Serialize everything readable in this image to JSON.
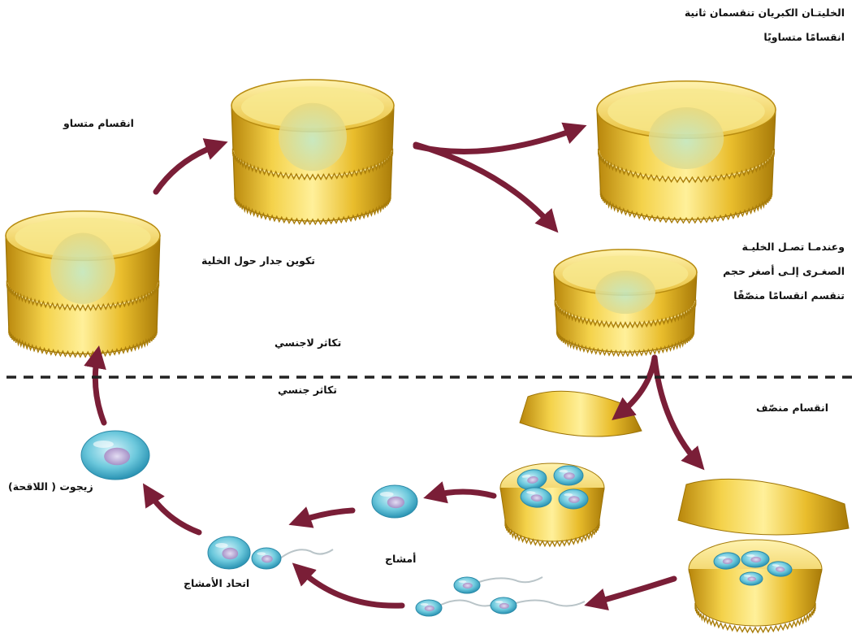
{
  "labels": {
    "equal_division": "انقسام متساو",
    "large_cells_line1": "الخليتـان الكبريان تنقسمان ثانية",
    "large_cells_line2": "انقسامًا متساويًا",
    "wall_formation": "تكوين جدار حول الخلية",
    "small_cell_line1": "وعندمـا تصـل الخليـة",
    "small_cell_line2": "الصغـرى إلـى أصغر حجم",
    "small_cell_line3": "تنقسم انقسامًا منصّفًا",
    "asexual": "تكاثر لاجنسي",
    "sexual": "تكاثر جنسي",
    "meiosis": "انقسام منصّف",
    "zygote": "زيجوت ( اللاقحة)",
    "gametes": "أمشاج",
    "gamete_union": "اتحاد الأمشاج"
  },
  "colors": {
    "arrow": "#7a1e37",
    "shell_gold": "#d9a818",
    "shell_light": "#f6e27a",
    "cell_teal": "#5fc1d6",
    "nucleus": "#b79ad0",
    "divider": "#222222"
  }
}
